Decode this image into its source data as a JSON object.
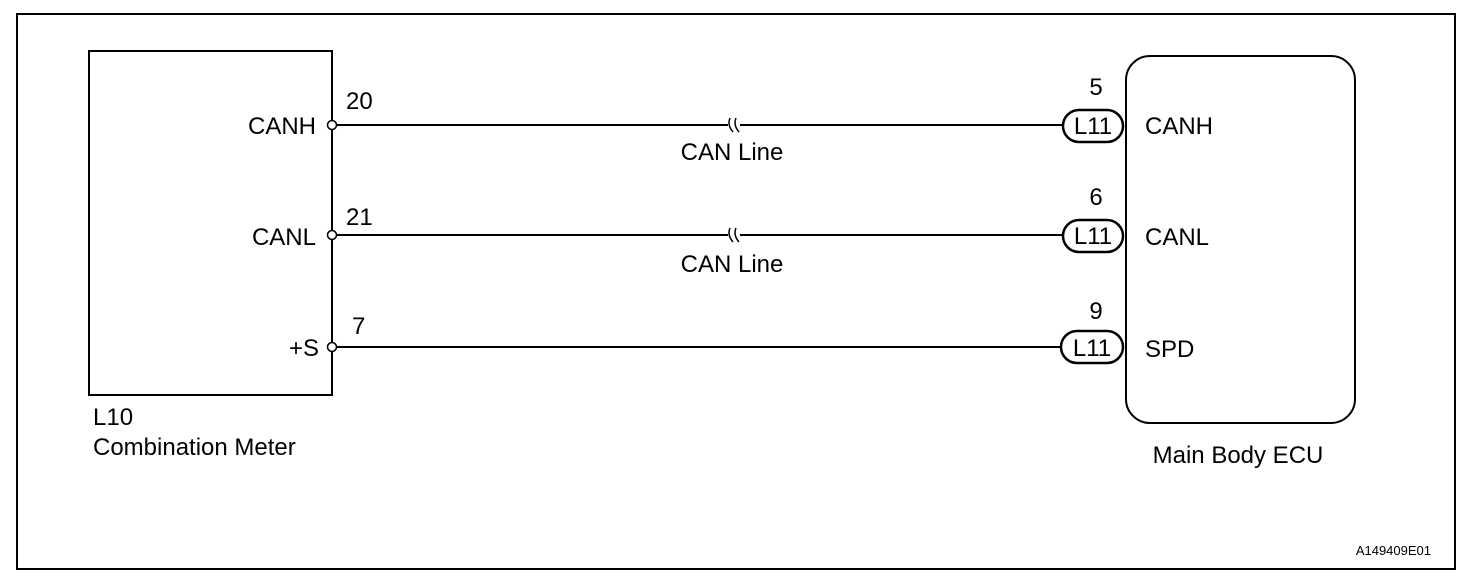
{
  "left_component": {
    "code": "L10",
    "name": "Combination Meter",
    "pins": [
      {
        "label": "CANH",
        "number": "20"
      },
      {
        "label": "CANL",
        "number": "21"
      },
      {
        "label": "+S",
        "number": "7"
      }
    ]
  },
  "right_component": {
    "name": "Main Body ECU",
    "connector": "L11",
    "pins": [
      {
        "label": "CANH",
        "number": "5"
      },
      {
        "label": "CANL",
        "number": "6"
      },
      {
        "label": "SPD",
        "number": "9"
      }
    ]
  },
  "wires": [
    {
      "label": "CAN Line"
    },
    {
      "label": "CAN Line"
    },
    {
      "label": ""
    }
  ],
  "figure_code": "A149409E01"
}
